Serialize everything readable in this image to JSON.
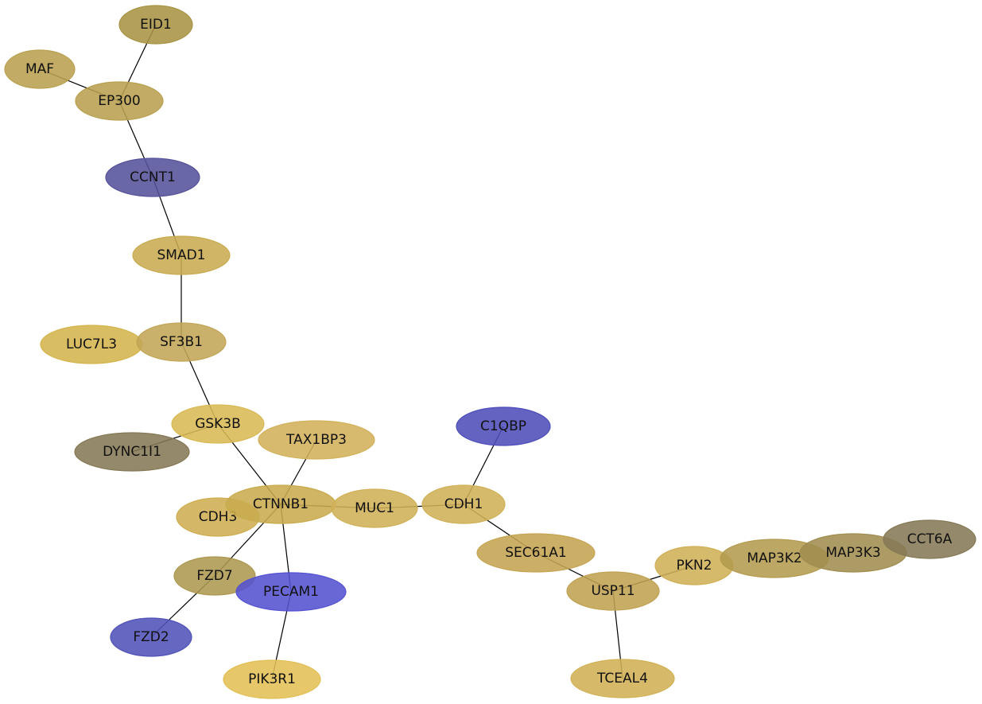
{
  "nodes": [
    {
      "id": "EID1",
      "label": "EID1",
      "color": "#a89444"
    },
    {
      "id": "MAF",
      "label": "MAF",
      "color": "#b9a050"
    },
    {
      "id": "EP300",
      "label": "EP300",
      "color": "#b9a050"
    },
    {
      "id": "CCNT1",
      "label": "CCNT1",
      "color": "#55529a"
    },
    {
      "id": "SMAD1",
      "label": "SMAD1",
      "color": "#c8ab50"
    },
    {
      "id": "LUC7L3",
      "label": "LUC7L3",
      "color": "#d4b44c"
    },
    {
      "id": "SF3B1",
      "label": "SF3B1",
      "color": "#c2a656"
    },
    {
      "id": "GSK3B",
      "label": "GSK3B",
      "color": "#d9b954"
    },
    {
      "id": "DYNC1I1",
      "label": "DYNC1I1",
      "color": "#857955"
    },
    {
      "id": "TAX1BP3",
      "label": "TAX1BP3",
      "color": "#d1b15a"
    },
    {
      "id": "C1QBP",
      "label": "C1QBP",
      "color": "#4e4dba"
    },
    {
      "id": "CDH3",
      "label": "CDH3",
      "color": "#cfae52"
    },
    {
      "id": "CTNNB1",
      "label": "CTNNB1",
      "color": "#c9ab4e"
    },
    {
      "id": "MUC1",
      "label": "MUC1",
      "color": "#d0b058"
    },
    {
      "id": "CDH1",
      "label": "CDH1",
      "color": "#d0b058"
    },
    {
      "id": "SEC61A1",
      "label": "SEC61A1",
      "color": "#c5a452"
    },
    {
      "id": "FZD7",
      "label": "FZD7",
      "color": "#ad9850"
    },
    {
      "id": "PECAM1",
      "label": "PECAM1",
      "color": "#5452d0"
    },
    {
      "id": "FZD2",
      "label": "FZD2",
      "color": "#5052b8"
    },
    {
      "id": "PIK3R1",
      "label": "PIK3R1",
      "color": "#e2bf54"
    },
    {
      "id": "USP11",
      "label": "USP11",
      "color": "#c0a252"
    },
    {
      "id": "TCEAL4",
      "label": "TCEAL4",
      "color": "#d1b154"
    },
    {
      "id": "PKN2",
      "label": "PKN2",
      "color": "#d0b056"
    },
    {
      "id": "MAP3K2",
      "label": "MAP3K2",
      "color": "#b39b4e"
    },
    {
      "id": "MAP3K3",
      "label": "MAP3K3",
      "color": "#a08d4f"
    },
    {
      "id": "CCT6A",
      "label": "CCT6A",
      "color": "#857955"
    }
  ],
  "edges": [
    [
      "EID1",
      "EP300"
    ],
    [
      "MAF",
      "EP300"
    ],
    [
      "EP300",
      "CCNT1"
    ],
    [
      "CCNT1",
      "SMAD1"
    ],
    [
      "SMAD1",
      "SF3B1"
    ],
    [
      "SF3B1",
      "GSK3B"
    ],
    [
      "GSK3B",
      "DYNC1I1"
    ],
    [
      "GSK3B",
      "CTNNB1"
    ],
    [
      "TAX1BP3",
      "CTNNB1"
    ],
    [
      "CTNNB1",
      "MUC1"
    ],
    [
      "MUC1",
      "CDH1"
    ],
    [
      "CDH1",
      "C1QBP"
    ],
    [
      "CDH1",
      "SEC61A1"
    ],
    [
      "SEC61A1",
      "USP11"
    ],
    [
      "CTNNB1",
      "FZD7"
    ],
    [
      "CTNNB1",
      "PECAM1"
    ],
    [
      "FZD7",
      "FZD2"
    ],
    [
      "PECAM1",
      "PIK3R1"
    ],
    [
      "USP11",
      "TCEAL4"
    ],
    [
      "USP11",
      "PKN2"
    ]
  ]
}
